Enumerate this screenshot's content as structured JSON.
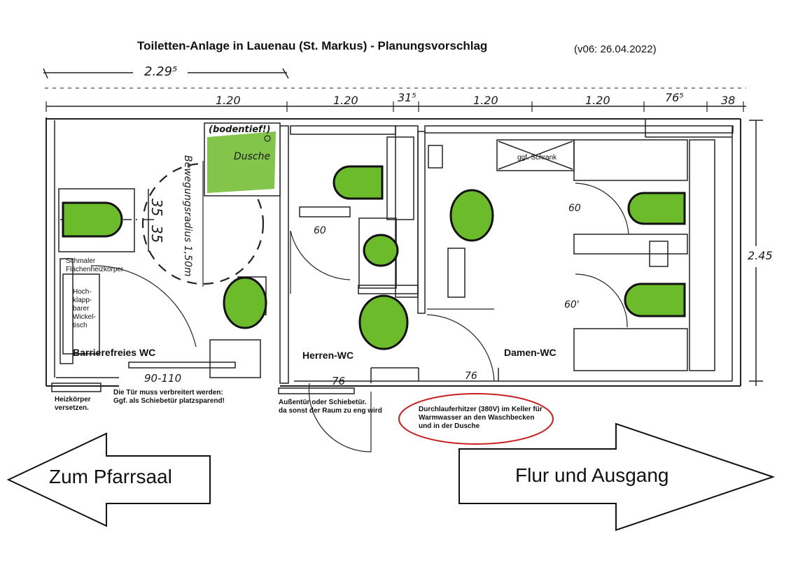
{
  "title": "Toiletten-Anlage in Lauenau (St. Markus)  -  Planungsvorschlag",
  "version": "(v06: 26.04.2022)",
  "dimensions": {
    "overall_width": "2.29⁵",
    "segments": [
      "1.20",
      "1.20",
      "31⁵",
      "1.20",
      "1.20",
      "76⁵",
      "38"
    ],
    "height": "2.45",
    "door_accessible": "90-110",
    "door_herren": "76",
    "door_damen": "76",
    "door_inner_1": "60",
    "door_inner_2": "60",
    "door_inner_3": "60'",
    "toilet_offset_a": "35",
    "toilet_offset_b": "35"
  },
  "labels": {
    "shower_note": "(bodentief!)",
    "shower": "Dusche",
    "radius": "Bewegungsradius 1,50m",
    "heater_narrow": "Schmaler Flächenheizkörper",
    "changing_table": "Hoch-\nklapp-\nbarer\nWickel-\ntisch",
    "cabinet": "ggf. Schrank"
  },
  "rooms": {
    "accessible": "Barrierefreies WC",
    "men": "Herren-WC",
    "women": "Damen-WC"
  },
  "notes": {
    "heater_move": "Heizkörper\nversetzen.",
    "door_widen": "Die Tür muss verbreitert werden:\nGgf. als Schiebetür platzsparend!",
    "outer_door": "Außentür oder Schiebetür.\nda sonst der Raum zu eng wird",
    "water_heater": "Durchlauferhitzer (380V) im Keller für\nWarmwasser an den Waschbecken\nund in der Dusche"
  },
  "arrows": {
    "left": "Zum Pfarrsaal",
    "right": "Flur und Ausgang"
  },
  "colors": {
    "green": "#6cbb2a",
    "highlight_ellipse": "#cc1f1f"
  }
}
